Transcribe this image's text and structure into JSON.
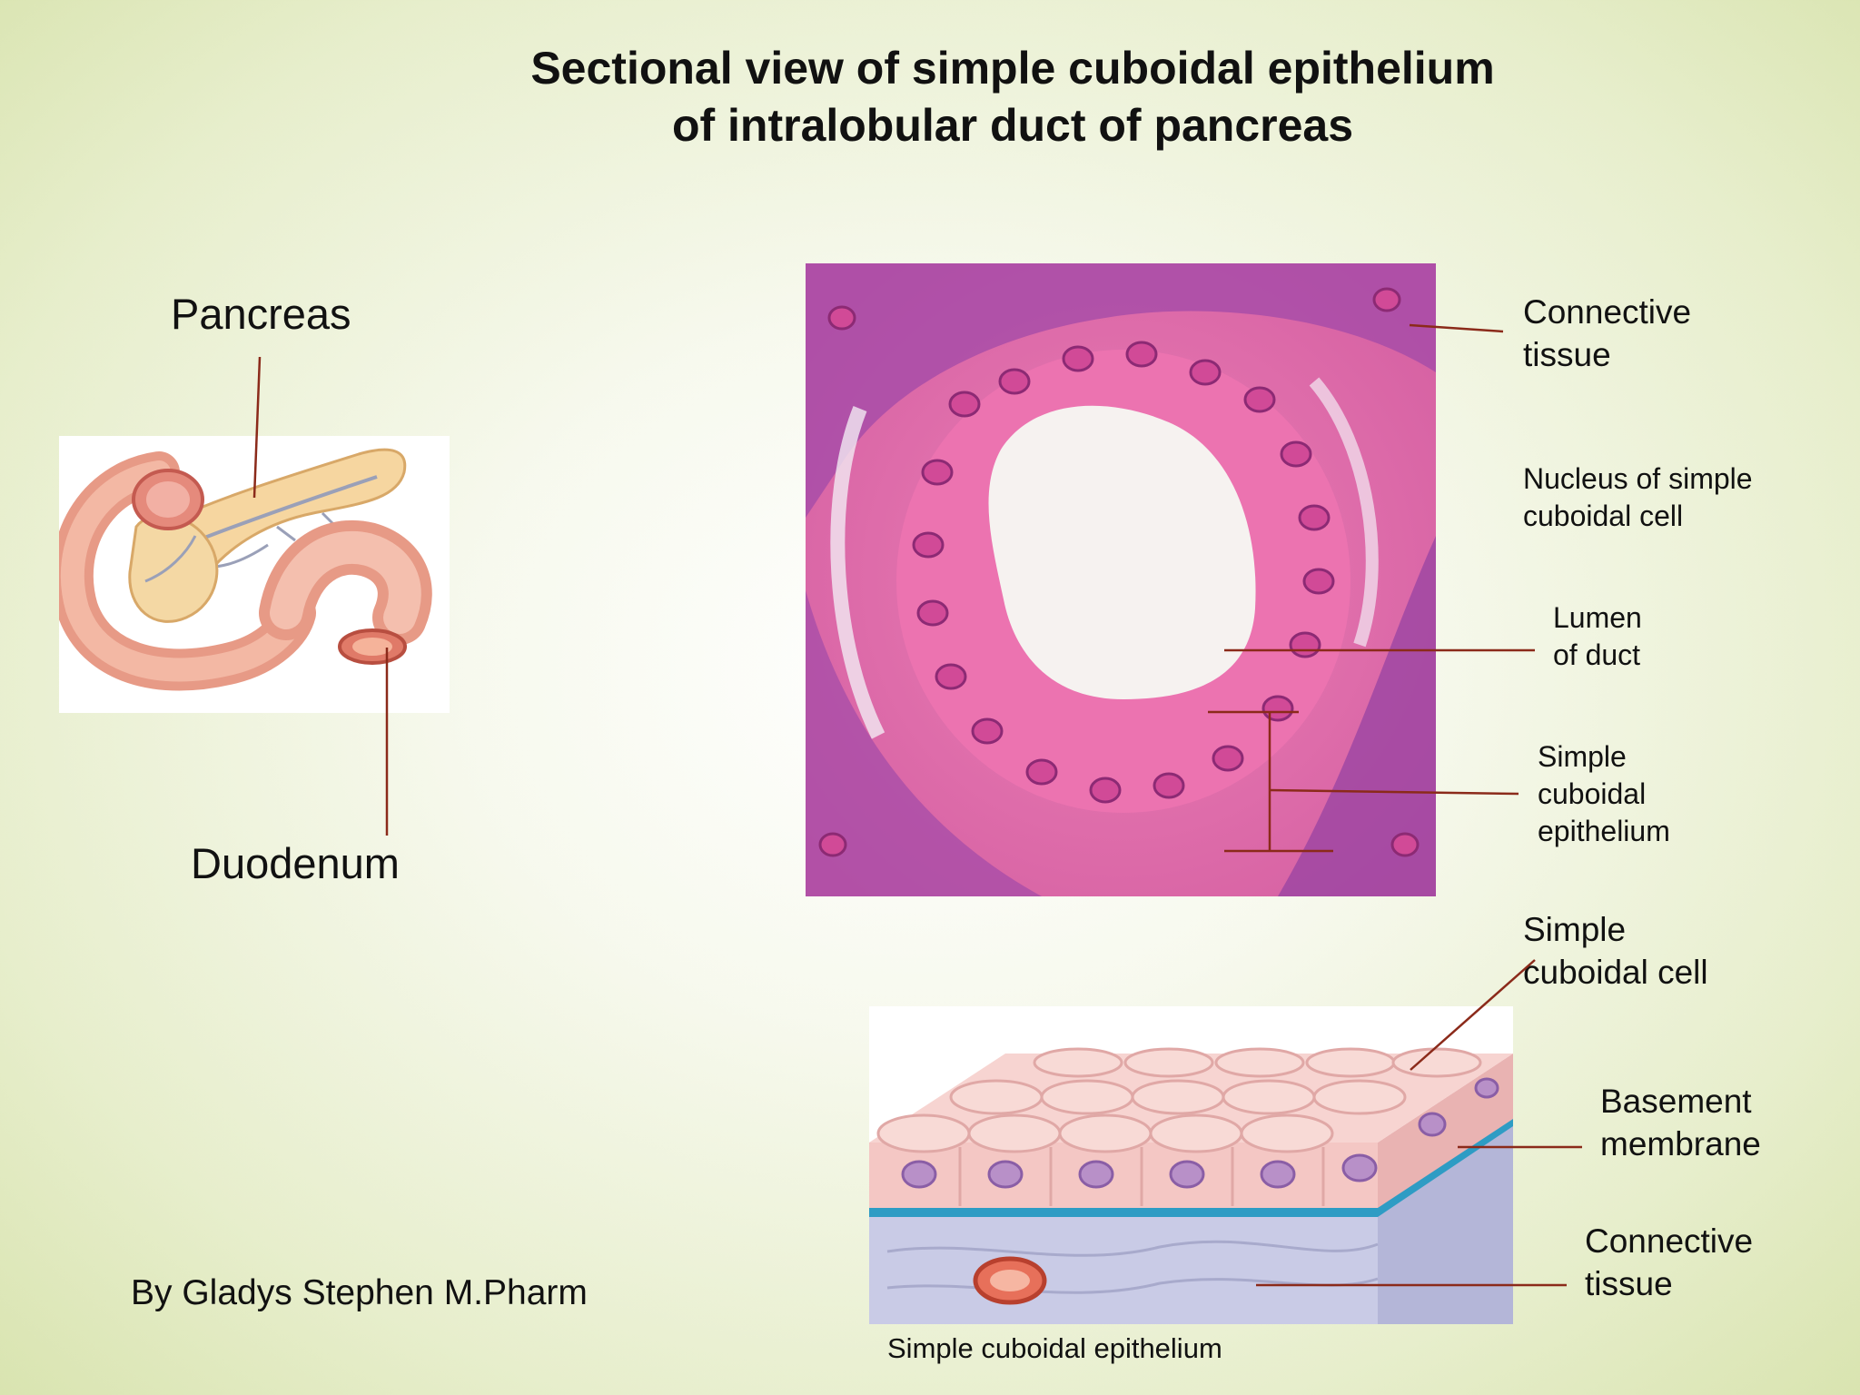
{
  "title": {
    "line1": "Sectional view of simple cuboidal epithelium",
    "line2": "of intralobular duct of pancreas"
  },
  "pancreas_figure": {
    "label_pancreas": "Pancreas",
    "label_duodenum": "Duodenum"
  },
  "micrograph": {
    "labels": {
      "connective_tissue_l1": "Connective",
      "connective_tissue_l2": "tissue",
      "nucleus_l1": "Nucleus of simple",
      "nucleus_l2": "cuboidal cell",
      "lumen_l1": "Lumen",
      "lumen_l2": "of duct",
      "epithelium_l1": "Simple",
      "epithelium_l2": "cuboidal",
      "epithelium_l3": "epithelium"
    }
  },
  "epithelium_diagram": {
    "labels": {
      "cell_l1": "Simple",
      "cell_l2": "cuboidal cell",
      "basement_l1": "Basement",
      "basement_l2": "membrane",
      "connective_l1": "Connective",
      "connective_l2": "tissue"
    },
    "caption": "Simple cuboidal epithelium"
  },
  "author": "By Gladys Stephen M.Pharm",
  "colors": {
    "leader_line": "#8b2a1a",
    "tissue_pink": "#e46aa8",
    "tissue_purple": "#a24aa8",
    "cell_pink": "#f4c7c4",
    "basement_blue": "#2e9cc4",
    "connective_lavender": "#c9cbe6"
  }
}
